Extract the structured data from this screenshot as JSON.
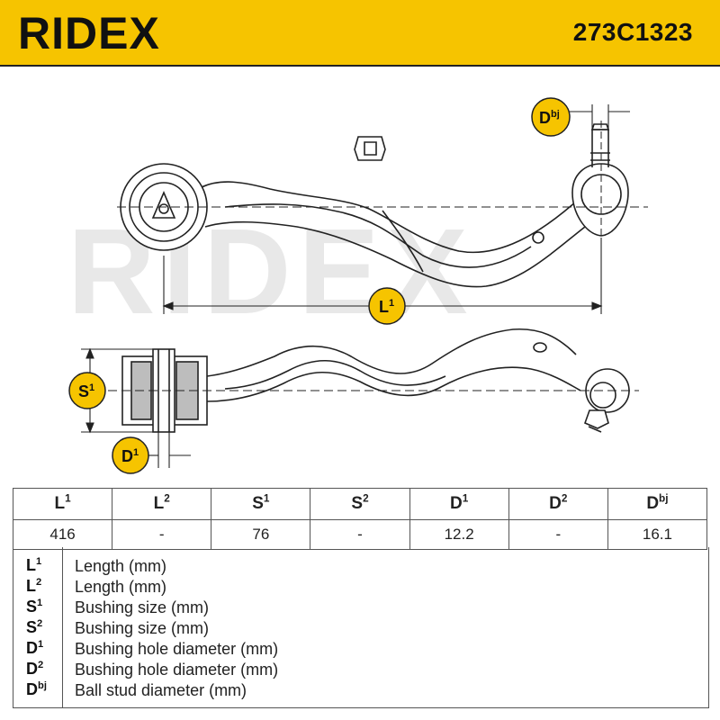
{
  "header": {
    "logo_text": "RIDEX",
    "part_number": "273C1323"
  },
  "drawing": {
    "watermark": "RIDEX",
    "labels": {
      "L1": "L¹",
      "S1": "S¹",
      "D1": "D¹",
      "Dbj": "Dbj"
    }
  },
  "specs": {
    "headers": [
      {
        "base": "L",
        "sup": "1"
      },
      {
        "base": "L",
        "sup": "2"
      },
      {
        "base": "S",
        "sup": "1"
      },
      {
        "base": "S",
        "sup": "2"
      },
      {
        "base": "D",
        "sup": "1"
      },
      {
        "base": "D",
        "sup": "2"
      },
      {
        "base": "D",
        "sup": "bj"
      }
    ],
    "values": [
      "416",
      "-",
      "76",
      "-",
      "12.2",
      "-",
      "16.1"
    ]
  },
  "legend": [
    {
      "base": "L",
      "sup": "1",
      "desc": "Length (mm)"
    },
    {
      "base": "L",
      "sup": "2",
      "desc": "Length (mm)"
    },
    {
      "base": "S",
      "sup": "1",
      "desc": "Bushing size (mm)"
    },
    {
      "base": "S",
      "sup": "2",
      "desc": "Bushing size (mm)"
    },
    {
      "base": "D",
      "sup": "1",
      "desc": "Bushing hole diameter (mm)"
    },
    {
      "base": "D",
      "sup": "2",
      "desc": "Bushing hole diameter (mm)"
    },
    {
      "base": "D",
      "sup": "bj",
      "desc": "Ball stud diameter (mm)"
    }
  ],
  "colors": {
    "brand_yellow": "#f6c400",
    "line": "#222222",
    "watermark": "#e6e6e6"
  }
}
